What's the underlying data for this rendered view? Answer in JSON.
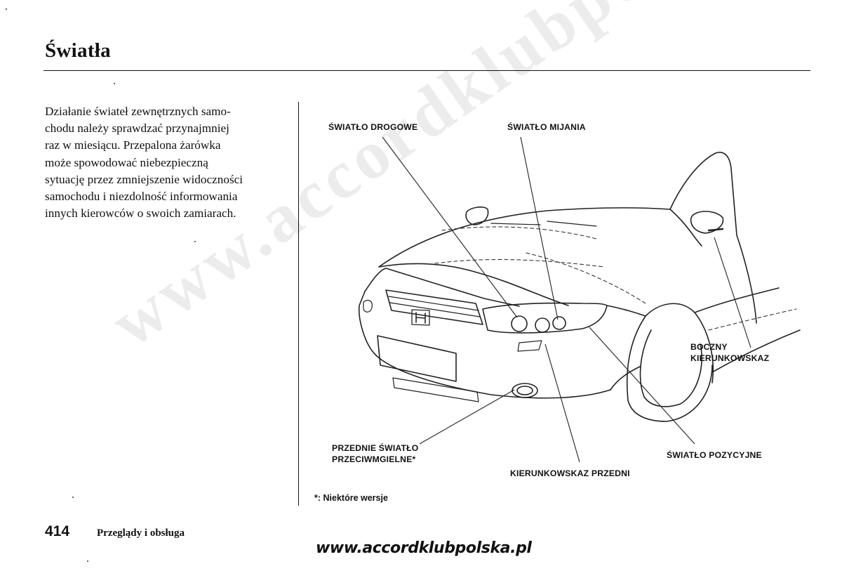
{
  "header": {
    "title": "Światła"
  },
  "body": {
    "lines": [
      "Działanie świateł zewnętrznych samo-",
      "chodu należy sprawdzać przynajmniej",
      "raz w miesiącu. Przepalona żarówka",
      "może spowodować niebezpieczną",
      "sytuację przez zmniejszenie widoczności",
      "samochodu i niezdolność informowania",
      "innych kierowców o swoich zamiarach."
    ]
  },
  "figure": {
    "labels": {
      "high_beam": "ŚWIATŁO DROGOWE",
      "low_beam": "ŚWIATŁO MIJANIA",
      "side_turn_1": "BOCZNY",
      "side_turn_2": "KIERUNKOWSKAZ",
      "fog_1": "PRZEDNIE ŚWIATŁO",
      "fog_2": "PRZECIWMGIELNE*",
      "position": "ŚWIATŁO POZYCYJNE",
      "front_turn": "KIERUNKOWSKAZ PRZEDNI"
    },
    "footnote": "*: Niektóre wersje"
  },
  "footer": {
    "page_number": "414",
    "section": "Przeglądy i obsługa",
    "url": "www.accordklubpolska.pl"
  },
  "watermark": {
    "text": "www.accordklubpolska.pl"
  }
}
